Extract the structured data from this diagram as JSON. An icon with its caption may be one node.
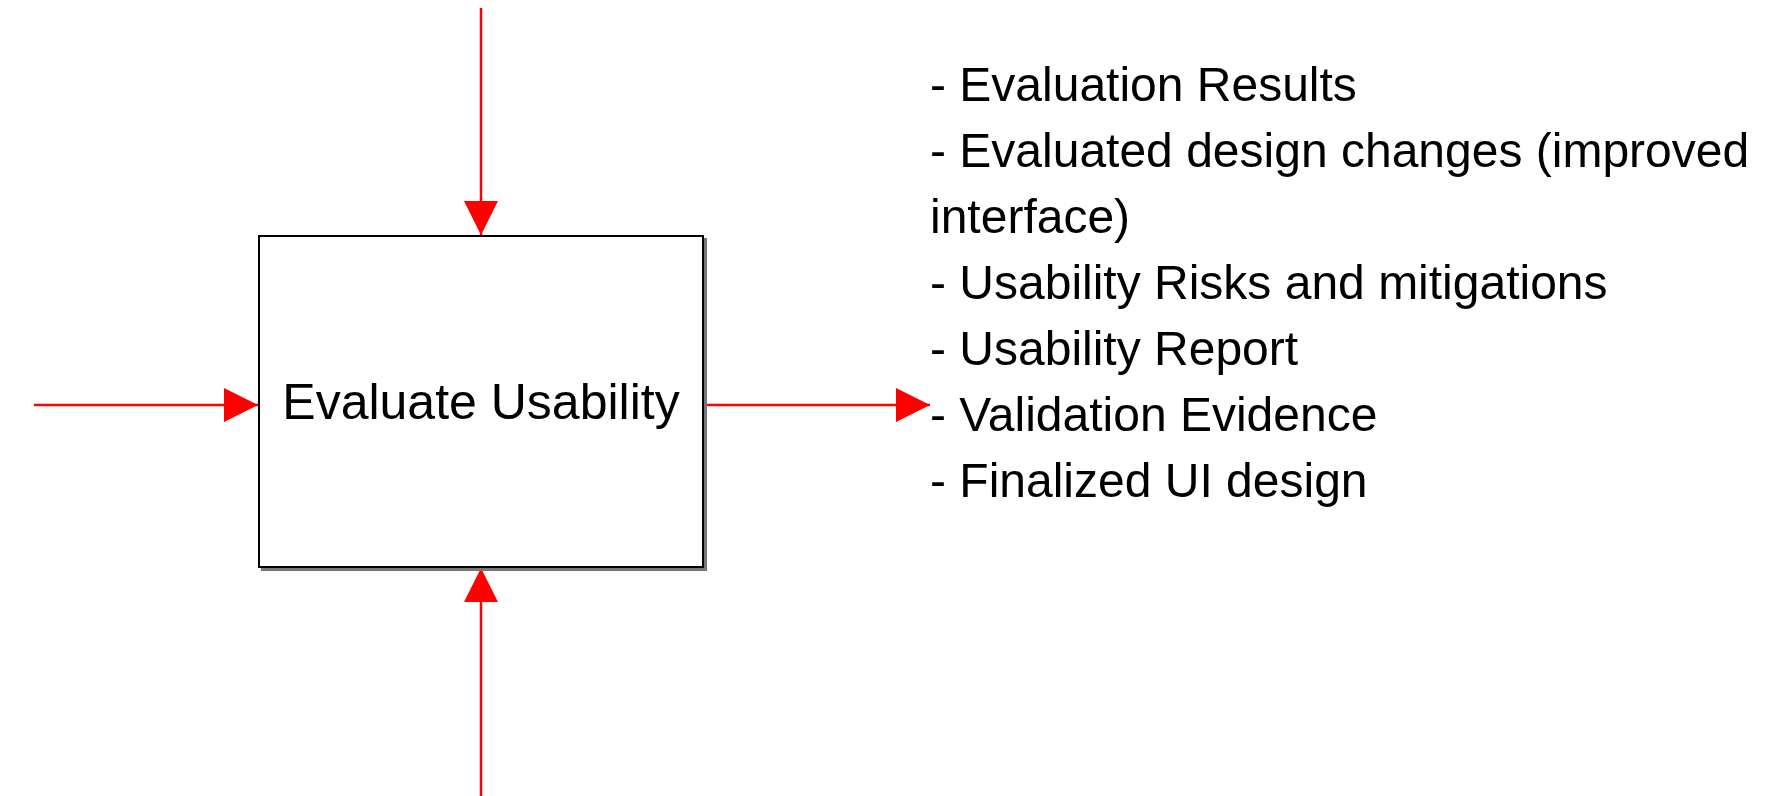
{
  "diagram": {
    "nodes": [
      {
        "text": [
          "Evaluate Usability"
        ]
      },
      {
        "text": [
          "- Evaluation Results",
          "- Evaluated design changes (improved interface)",
          "- Usability Risks and mitigations",
          "- Usability Report",
          "- Validation Evidence",
          "- Finalized UI design"
        ]
      }
    ],
    "edges": [
      {
        "from": null,
        "to": 0,
        "arrow": "to"
      },
      {
        "from": null,
        "to": 0,
        "arrow": "to"
      },
      {
        "from": null,
        "to": 0,
        "arrow": "to"
      },
      {
        "from": 0,
        "to": 1,
        "arrow": "to"
      }
    ]
  }
}
